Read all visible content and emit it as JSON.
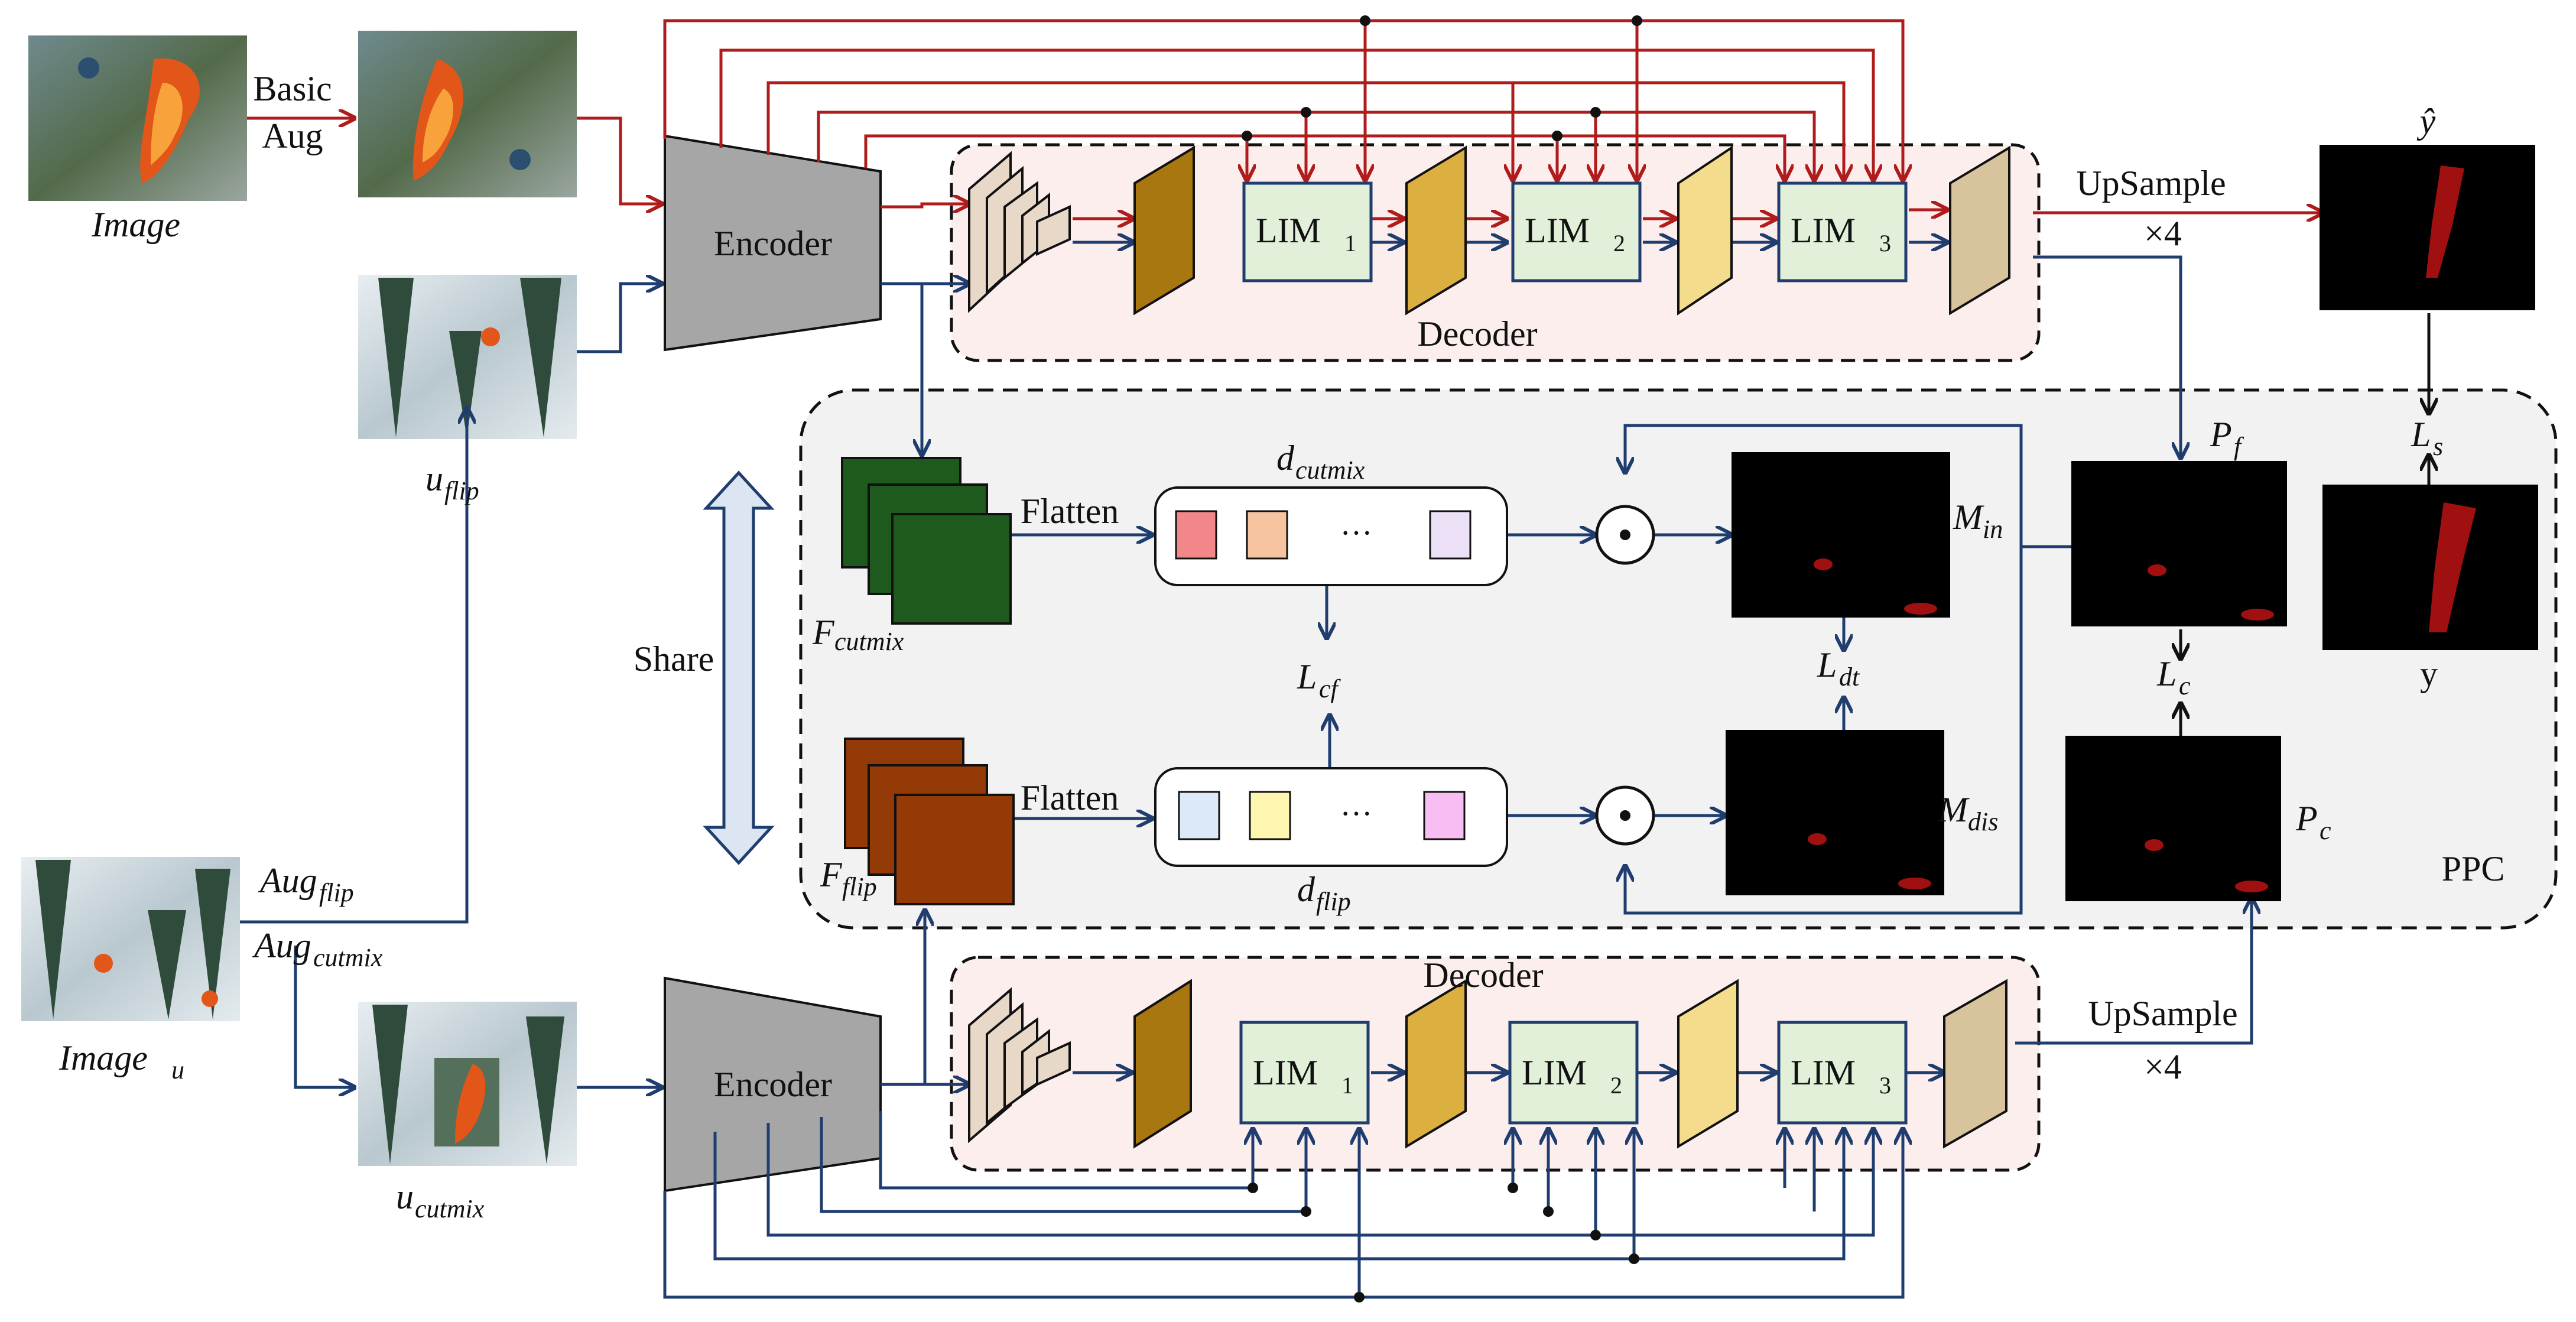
{
  "top_branch": {
    "input_label": "Image",
    "aug_label_line1": "Basic",
    "aug_label_line2": "Aug",
    "encoder_label": "Encoder",
    "lim1": "LIM",
    "lim1_sub": "1",
    "lim2": "LIM",
    "lim2_sub": "2",
    "lim3": "LIM",
    "lim3_sub": "3",
    "decoder_label": "Decoder",
    "upsample_label": "UpSample",
    "upsample_factor": "×4",
    "flip_img_label": "u",
    "flip_img_sub": "flip",
    "pred_label": "ŷ"
  },
  "bottom_branch": {
    "input_label": "Image",
    "input_sub": "u",
    "aug_flip": "Aug",
    "aug_flip_sub": "flip",
    "aug_cutmix": "Aug",
    "aug_cutmix_sub": "cutmix",
    "cutmix_img_label": "u",
    "cutmix_img_sub": "cutmix",
    "encoder_label": "Encoder",
    "lim1": "LIM",
    "lim1_sub": "1",
    "lim2": "LIM",
    "lim2_sub": "2",
    "lim3": "LIM",
    "lim3_sub": "3",
    "decoder_label": "Decoder",
    "upsample_label": "UpSample",
    "upsample_factor": "×4"
  },
  "ppc": {
    "label": "PPC",
    "share_label": "Share",
    "f_cutmix": "F",
    "f_cutmix_sub": "cutmix",
    "f_flip": "F",
    "f_flip_sub": "flip",
    "flatten_top": "Flatten",
    "flatten_bottom": "Flatten",
    "d_cutmix": "d",
    "d_cutmix_sub": "cutmix",
    "d_flip": "d",
    "d_flip_sub": "flip",
    "ellipsis_top": "···",
    "ellipsis_bottom": "···",
    "l_cf": "L",
    "l_cf_sub": "cf",
    "l_dt": "L",
    "l_dt_sub": "dt",
    "m_in": "M",
    "m_in_sub": "in",
    "m_dis": "M",
    "m_dis_sub": "dis",
    "p_f": "P",
    "p_f_sub": "f",
    "p_c": "P",
    "p_c_sub": "c",
    "l_c": "L",
    "l_c_sub": "c",
    "l_s": "L",
    "l_s_sub": "s",
    "gt_label": "y"
  },
  "colors": {
    "red_arrow": "#b01c1c",
    "blue_arrow": "#1f3d6e",
    "encoder_fill": "#a6a6a6",
    "lim_fill": "#e2f0d9",
    "decoder_bg": "#fdeeee",
    "ppc_bg": "#f2f2f2",
    "feat_green": "#1e5a1e",
    "feat_brown": "#943a06"
  }
}
